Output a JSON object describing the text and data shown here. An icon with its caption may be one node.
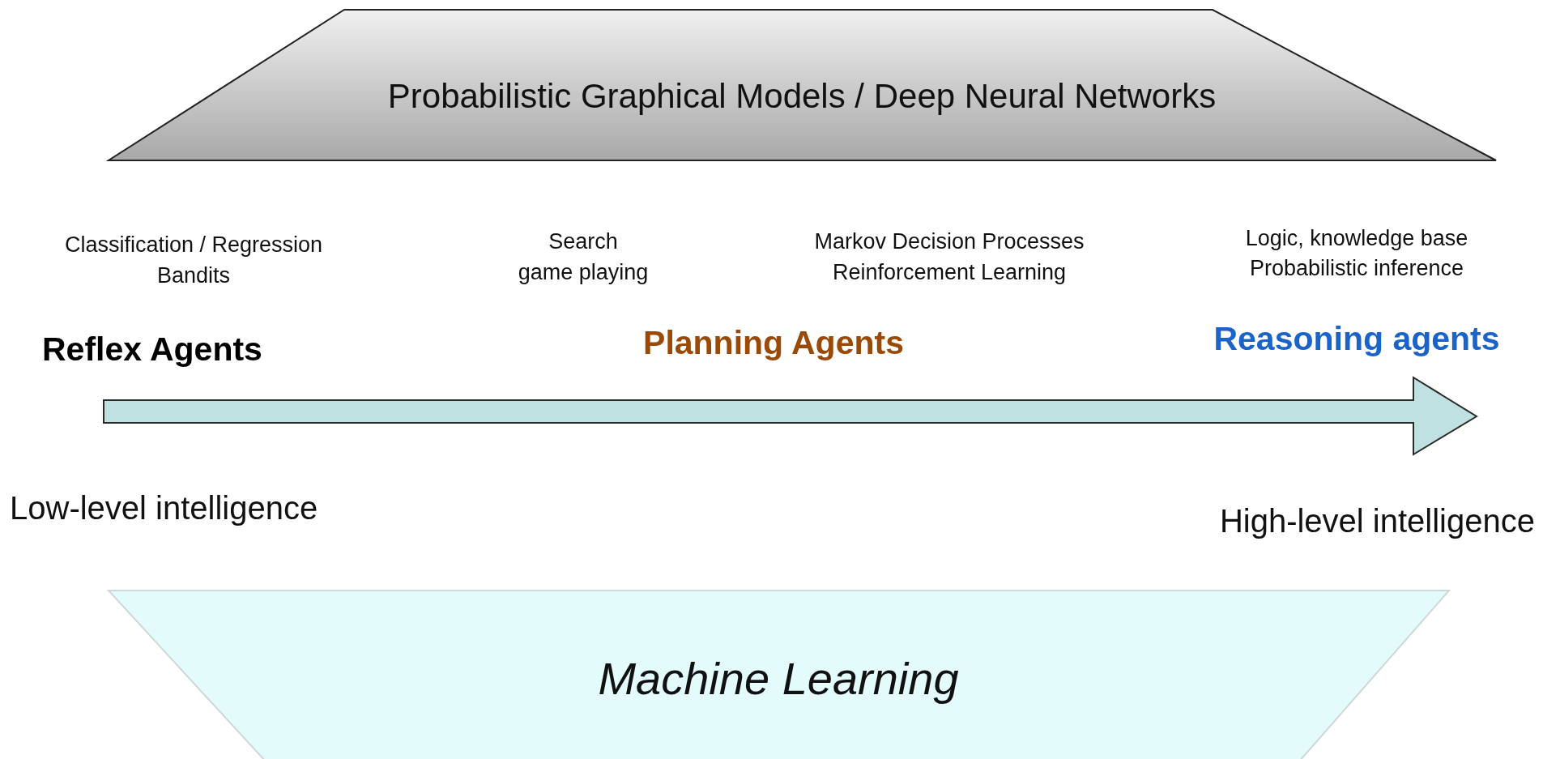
{
  "diagram": {
    "nodes": [
      {
        "text": [
          "Probabilistic Graphical Models / Deep Neural Networks"
        ]
      },
      {
        "text": [
          "Machine Learning"
        ]
      }
    ],
    "labels": [
      "Classification / Regression",
      "Bandits",
      "Search",
      "game playing",
      "Markov Decision Processes",
      "Reinforcement Learning",
      "Logic,  knowledge base",
      "Probabilistic inference",
      "Reflex Agents",
      "Planning Agents",
      "Reasoning agents",
      "Low-level intelligence",
      "High-level intelligence"
    ]
  }
}
